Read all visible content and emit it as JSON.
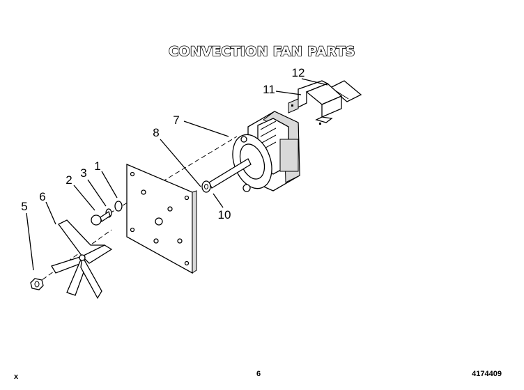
{
  "title": "CONVECTION FAN PARTS",
  "callouts": {
    "c1": "1",
    "c2": "2",
    "c3": "3",
    "c5": "5",
    "c6": "6",
    "c7": "7",
    "c8": "8",
    "c10": "10",
    "c11": "11",
    "c12": "12"
  },
  "footer": {
    "page_number": "6",
    "part_number": "4174409",
    "corner_mark": "x"
  },
  "colors": {
    "line": "#000000",
    "background": "#ffffff"
  }
}
